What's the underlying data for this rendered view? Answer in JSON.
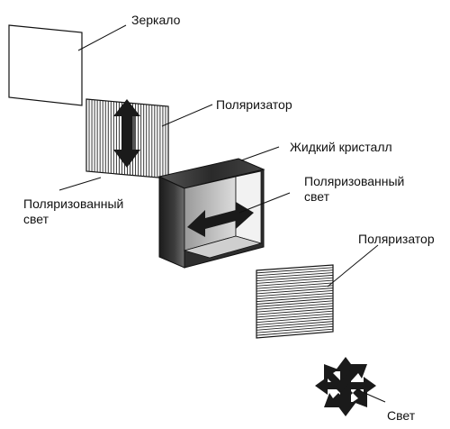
{
  "labels": {
    "mirror": "Зеркало",
    "polarizer_top": "Поляризатор",
    "liquid_crystal": "Жидкий кристалл",
    "polarized_light_left_line1": "Поляризованный",
    "polarized_light_left_line2": "свет",
    "polarized_light_right_line1": "Поляризованный",
    "polarized_light_right_line2": "свет",
    "polarizer_bottom": "Поляризатор",
    "light": "Свет"
  },
  "colors": {
    "ink": "#111111",
    "paper": "#ffffff",
    "shade_dark": "#2a2a2a",
    "shade_mid": "#6a6a6a"
  }
}
